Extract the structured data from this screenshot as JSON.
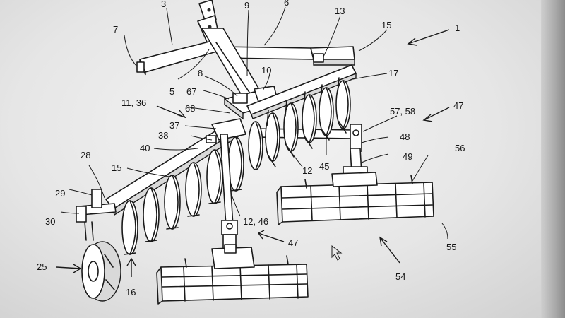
{
  "diagram": {
    "labels": [
      {
        "id": "l3",
        "text": "3"
      },
      {
        "id": "l6",
        "text": "6"
      },
      {
        "id": "l9",
        "text": "9"
      },
      {
        "id": "l13",
        "text": "13"
      },
      {
        "id": "l15a",
        "text": "15"
      },
      {
        "id": "l1",
        "text": "1"
      },
      {
        "id": "l7",
        "text": "7"
      },
      {
        "id": "l8",
        "text": "8"
      },
      {
        "id": "l10",
        "text": "10"
      },
      {
        "id": "l17",
        "text": "17"
      },
      {
        "id": "l5",
        "text": "5"
      },
      {
        "id": "l67",
        "text": "67"
      },
      {
        "id": "l1136",
        "text": "11, 36"
      },
      {
        "id": "l68",
        "text": "68"
      },
      {
        "id": "l5758",
        "text": "57, 58"
      },
      {
        "id": "l47a",
        "text": "47"
      },
      {
        "id": "l37",
        "text": "37"
      },
      {
        "id": "l38",
        "text": "38"
      },
      {
        "id": "l48",
        "text": "48"
      },
      {
        "id": "l40",
        "text": "40"
      },
      {
        "id": "l49",
        "text": "49"
      },
      {
        "id": "l56",
        "text": "56"
      },
      {
        "id": "l28",
        "text": "28"
      },
      {
        "id": "l15b",
        "text": "15"
      },
      {
        "id": "l12a",
        "text": "12"
      },
      {
        "id": "l45",
        "text": "45"
      },
      {
        "id": "l29",
        "text": "29"
      },
      {
        "id": "l30",
        "text": "30"
      },
      {
        "id": "l1246",
        "text": "12, 46"
      },
      {
        "id": "l47b",
        "text": "47"
      },
      {
        "id": "l55",
        "text": "55"
      },
      {
        "id": "l25",
        "text": "25"
      },
      {
        "id": "l54",
        "text": "54"
      },
      {
        "id": "l16",
        "text": "16"
      }
    ]
  }
}
